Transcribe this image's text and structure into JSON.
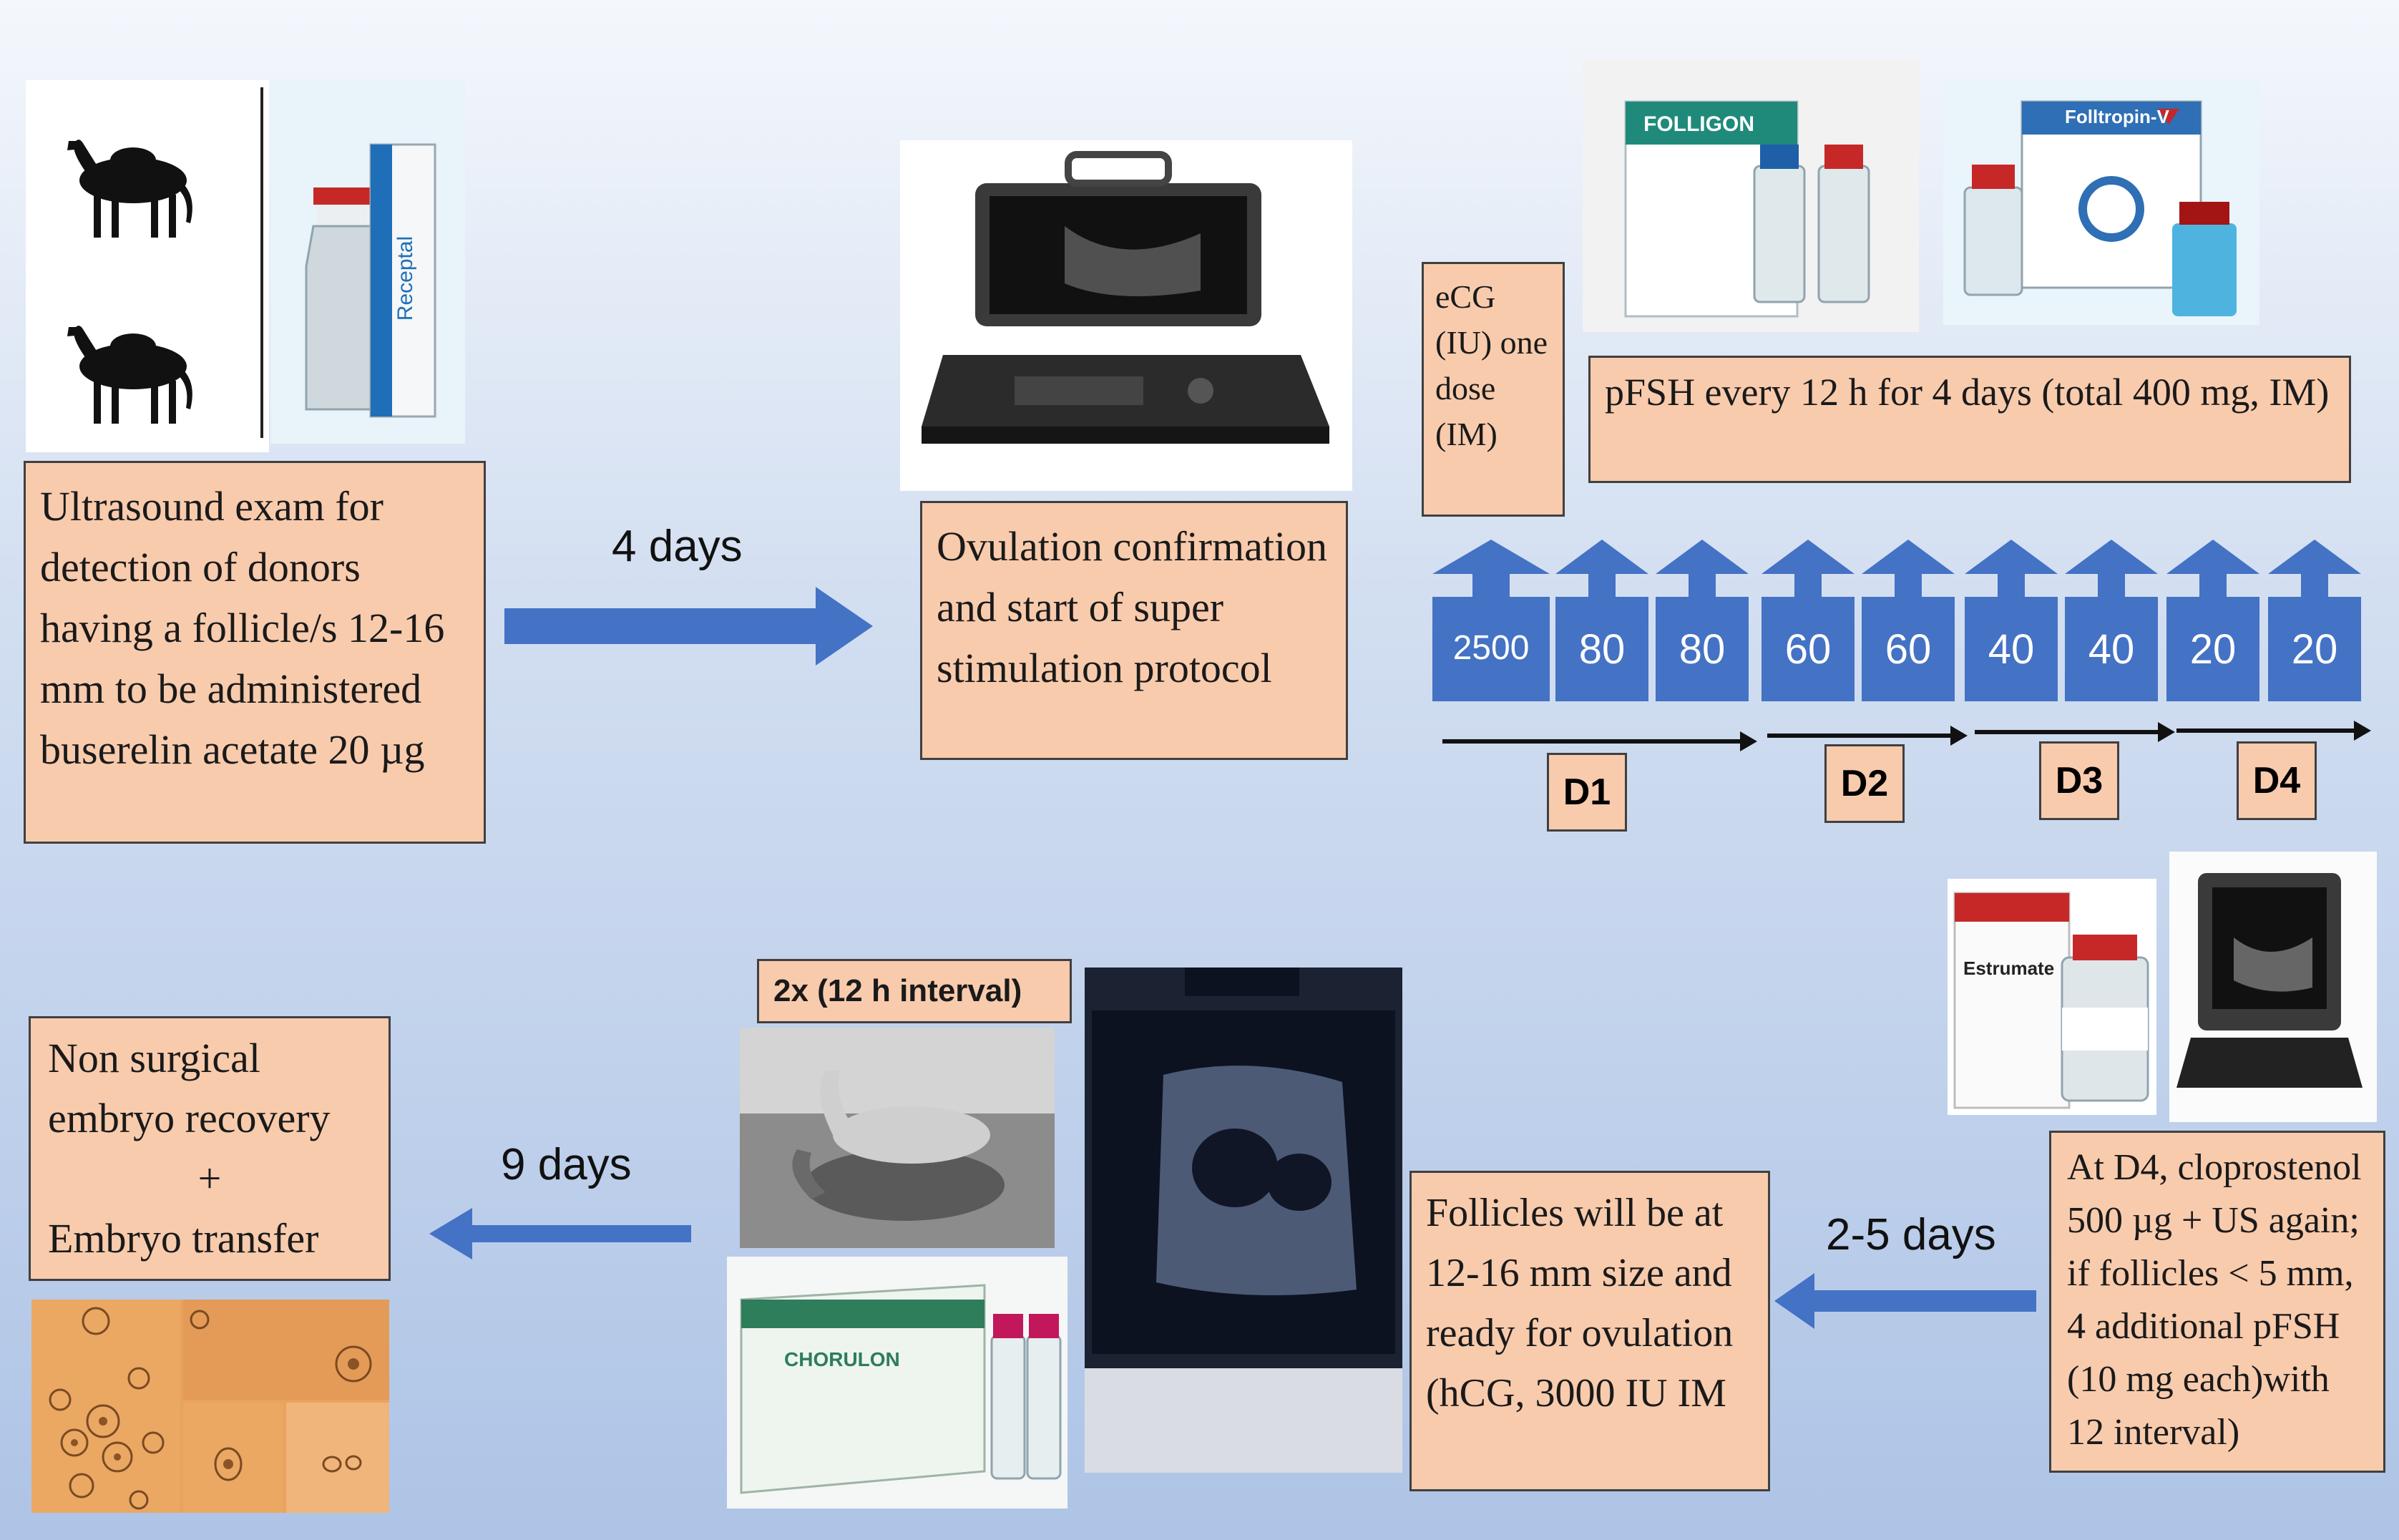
{
  "step1": {
    "text": "Ultrasound exam for detection of donors having a follicle/s 12-16 mm to be administered buserelin acetate 20 µg",
    "product_label": "Receptal"
  },
  "arrow1_label": "4 days",
  "step2": {
    "text": "Ovulation confirmation and start of super stimulation protocol"
  },
  "products_top": {
    "folligon_label": "FOLLIGON",
    "folltropin_label": "Folltropin-V"
  },
  "ecg_box": {
    "text": "eCG (IU) one dose (IM)"
  },
  "pfsh_box": {
    "text": "pFSH every 12 h for 4 days (total 400 mg, IM)"
  },
  "doses": [
    "2500",
    "80",
    "80",
    "60",
    "60",
    "40",
    "40",
    "20",
    "20"
  ],
  "days": [
    "D1",
    "D2",
    "D3",
    "D4"
  ],
  "step_d4": {
    "text": "At D4, cloprostenol 500 µg + US again; if follicles < 5 mm, 4 additional pFSH (10 mg each)with 12 interval)",
    "product_label": "Estrumate"
  },
  "arrow3_label": "2-5 days",
  "step_follicles": {
    "text": "Follicles will be at 12-16 mm size and ready for ovulation (hCG, 3000 IU IM"
  },
  "mating_label": "2x (12 h interval)",
  "chorulon_label": "CHORULON",
  "arrow4_label": "9 days",
  "step_final": {
    "line1": "Non surgical embryo recovery",
    "line2": "+",
    "line3": "Embryo transfer"
  },
  "colors": {
    "box_fill": "#f8cbad",
    "arrow_blue": "#4472c4",
    "dose_blue": "#4472c4"
  }
}
